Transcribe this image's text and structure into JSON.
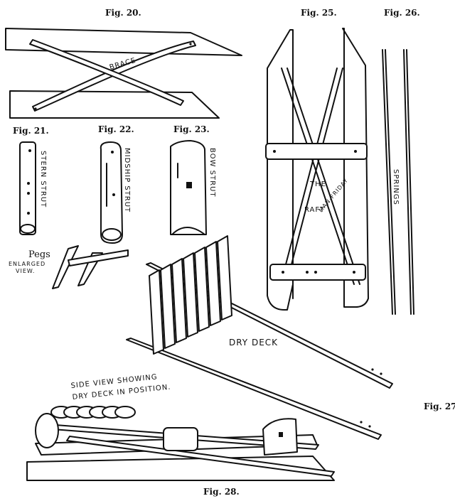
{
  "figures": {
    "fig20": "Fig. 20.",
    "fig21": "Fig. 21.",
    "fig22": "Fig. 22.",
    "fig23": "Fig. 23.",
    "fig25": "Fig. 25.",
    "fig26": "Fig. 26.",
    "fig27": "Fig. 27",
    "fig28": "Fig. 28."
  },
  "labels": {
    "brace": "BRACE",
    "stern_strut": "STERN STRUT",
    "midship_strut": "MIDSHIP STRUT",
    "bow_strut": "BOW STRUT",
    "pegs": "Pegs",
    "enlarged": "ENLARGED",
    "view": "VIEW.",
    "raft_line1": "THE",
    "raft_line2": "MAN-FRIDAY",
    "raft_line3": "RAFT",
    "springs": "SPRINGS",
    "dry_deck": "DRY DECK",
    "side_view_line1": "SIDE VIEW SHOWING",
    "side_view_line2": "DRY DECK IN POSITION."
  }
}
